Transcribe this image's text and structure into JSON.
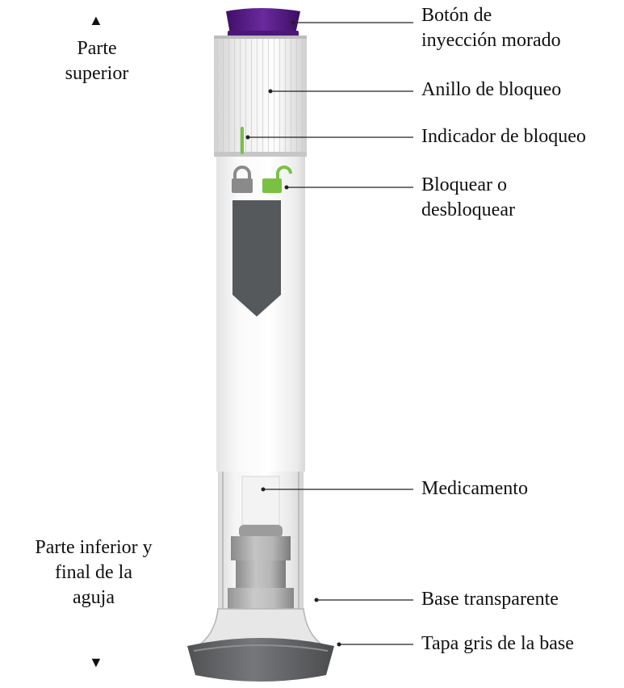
{
  "top_marker": {
    "arrow": "▲",
    "lines": [
      "Parte",
      "superior"
    ]
  },
  "bottom_marker": {
    "arrow": "▼",
    "lines": [
      "Parte inferior y",
      "final de la",
      "aguja"
    ]
  },
  "callouts": [
    {
      "id": "boton",
      "lines": [
        "Botón de",
        "inyección morado"
      ]
    },
    {
      "id": "anillo",
      "lines": [
        "Anillo de bloqueo"
      ]
    },
    {
      "id": "indicador",
      "lines": [
        "Indicador de bloqueo"
      ]
    },
    {
      "id": "bloquear",
      "lines": [
        "Bloquear o",
        "desbloquear"
      ]
    },
    {
      "id": "medicamento",
      "lines": [
        "Medicamento"
      ]
    },
    {
      "id": "base",
      "lines": [
        "Base transparente"
      ]
    },
    {
      "id": "tapa",
      "lines": [
        "Tapa gris de la base"
      ]
    }
  ],
  "icons": [
    "lock-closed-icon",
    "lock-open-icon"
  ],
  "colors": {
    "purple_button": "#5b1f8a",
    "lock_green": "#7ac143",
    "label_gray": "#55595c",
    "cap_gray": "#6a6c6e"
  }
}
